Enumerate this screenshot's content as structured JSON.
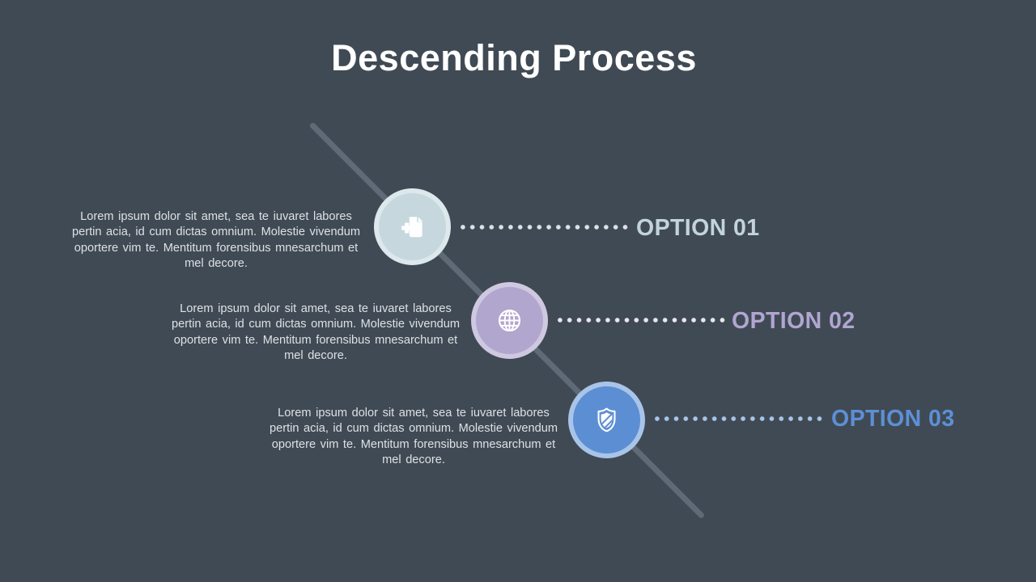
{
  "slide": {
    "title": "Descending Process",
    "background_color": "#404a54",
    "title_color": "#ffffff",
    "body_text_color": "#dce1e5",
    "line_color": "#5e6b76"
  },
  "options": [
    {
      "id": "option-01",
      "label": "OPTION 01",
      "description": "Lorem ipsum dolor sit amet, sea te iuvaret labores pertin acia, id cum dictas omnium.  Molestie vivendum oportere vim te. Mentitum forensibus mnesarchum et mel decore.",
      "icon": "document-plus-icon",
      "circle_fill": "#c6d7de",
      "circle_ring": "#dce8ec",
      "label_color": "#c2d4db",
      "dot_color": "#d9e3e8"
    },
    {
      "id": "option-02",
      "label": "OPTION 02",
      "description": "Lorem ipsum dolor sit amet, sea te iuvaret labores pertin acia, id cum dictas omnium.  Molestie vivendum oportere vim te. Mentitum forensibus mnesarchum et mel decore.",
      "icon": "globe-icon",
      "circle_fill": "#b1a6ce",
      "circle_ring": "#cfc8e1",
      "label_color": "#b0a6d1",
      "dot_color": "#e8e6f1"
    },
    {
      "id": "option-03",
      "label": "OPTION 03",
      "description": "Lorem ipsum dolor sit amet, sea te iuvaret labores pertin acia, id cum dictas omnium.  Molestie vivendum oportere vim te. Mentitum forensibus mnesarchum et mel decore.",
      "icon": "shield-icon",
      "circle_fill": "#5c8ed3",
      "circle_ring": "#a8c4e8",
      "label_color": "#5c90d6",
      "dot_color": "#a8c5e9"
    }
  ]
}
